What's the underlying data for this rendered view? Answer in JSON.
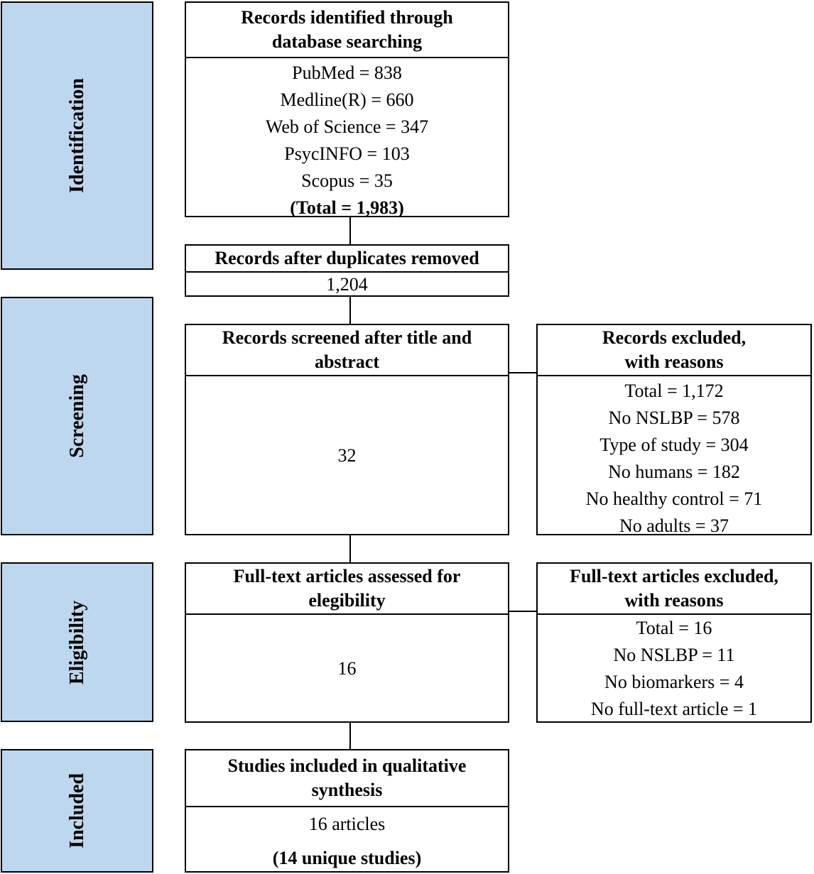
{
  "stages": {
    "identification": "Identification",
    "screening": "Screening",
    "eligibility": "Eligibility",
    "included": "Included"
  },
  "identified": {
    "title_line1": "Records identified through",
    "title_line2": "database searching",
    "items": [
      "PubMed = 838",
      "Medline(R) = 660",
      "Web of Science = 347",
      "PsycINFO = 103",
      "Scopus = 35"
    ],
    "total": "(Total = 1,983)"
  },
  "duplicates": {
    "title": "Records after duplicates removed",
    "value": "1,204"
  },
  "screened": {
    "title_line1": "Records screened after title and",
    "title_line2": "abstract",
    "value": "32"
  },
  "excluded_records": {
    "title_line1": "Records excluded,",
    "title_line2": "with reasons",
    "items": [
      "Total = 1,172",
      "No NSLBP = 578",
      "Type of study = 304",
      "No humans = 182",
      "No healthy control  = 71",
      "No adults = 37"
    ]
  },
  "fulltext": {
    "title_line1": "Full-text articles assessed for",
    "title_line2": "elegibility",
    "value": "16"
  },
  "excluded_fulltext": {
    "title_line1": "Full-text articles excluded,",
    "title_line2": "with reasons",
    "items": [
      "Total = 16",
      "No NSLBP = 11",
      "No biomarkers = 4",
      "No full-text article = 1"
    ]
  },
  "included": {
    "title_line1": "Studies included in qualitative",
    "title_line2": "synthesis",
    "value": "16 articles",
    "unique": "(14 unique studies)"
  }
}
